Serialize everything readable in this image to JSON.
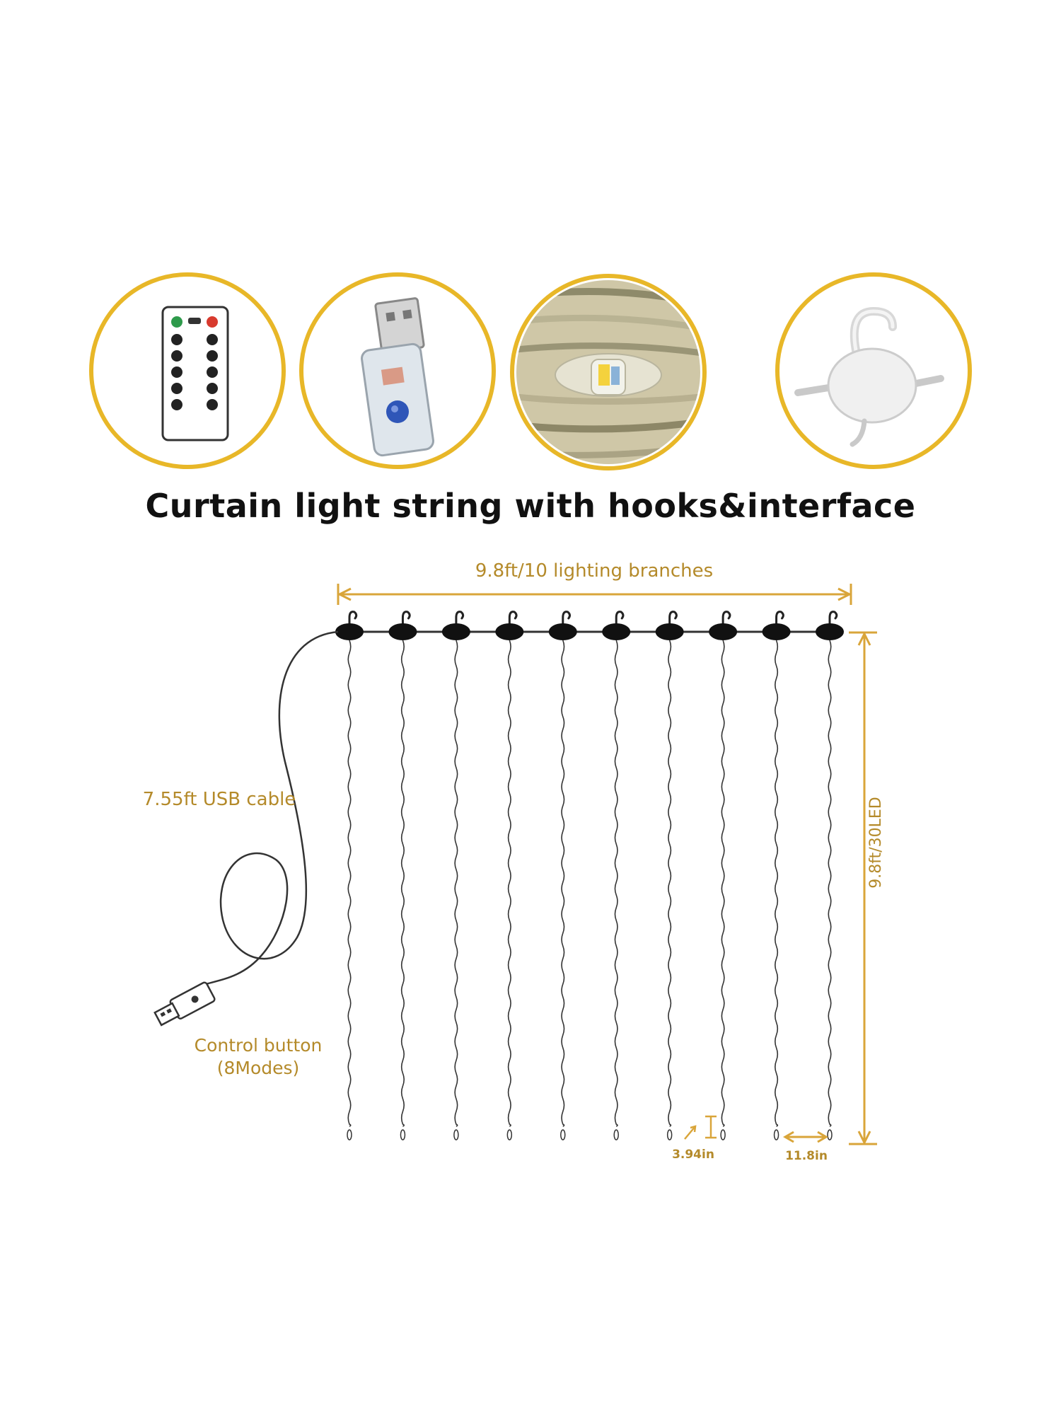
{
  "heading": "Curtain light string with hooks&interface",
  "callouts": [
    {
      "name": "remote-control-callout",
      "icon": "remote-control-icon"
    },
    {
      "name": "usb-controller-callout",
      "icon": "usb-plug-icon"
    },
    {
      "name": "led-bead-callout",
      "icon": "led-bead-icon"
    },
    {
      "name": "hook-callout",
      "icon": "hook-icon"
    }
  ],
  "dimensions": {
    "width_label": "9.8ft/10 lighting branches",
    "height_label": "9.8ft/30LED",
    "usb_cable_label": "7.55ft USB cable",
    "control_button_line1": "Control button",
    "control_button_line2": "(8Modes)",
    "bulb_spacing_label": "3.94in",
    "branch_spacing_label": "11.8in"
  },
  "diagram": {
    "branch_count": 10
  },
  "colors": {
    "callout_ring": "#e8b728",
    "dimension": "#d9a53a",
    "dimension_text": "#b48a2a",
    "wire": "#333333",
    "heading": "#111111"
  }
}
